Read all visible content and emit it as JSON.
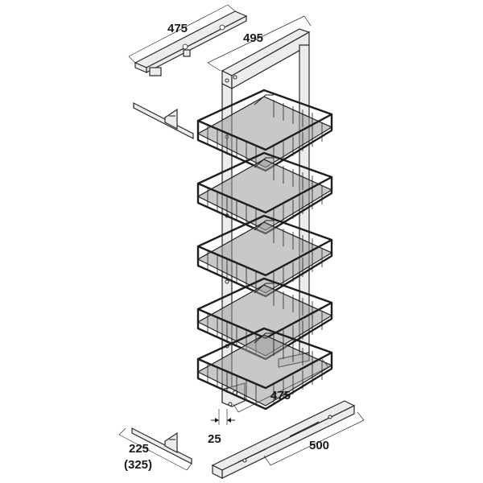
{
  "dimensions": {
    "top_bracket": "475",
    "frame_depth": "495",
    "basket_width": "475",
    "offset": "25",
    "rail_length": "500",
    "bracket_length": "225",
    "bracket_length_alt": "(325)"
  },
  "colors": {
    "line": "#1a1a1a",
    "frame_fill": "#ececec",
    "basket_floor": "#9a9a9a"
  },
  "baskets_count": 5
}
